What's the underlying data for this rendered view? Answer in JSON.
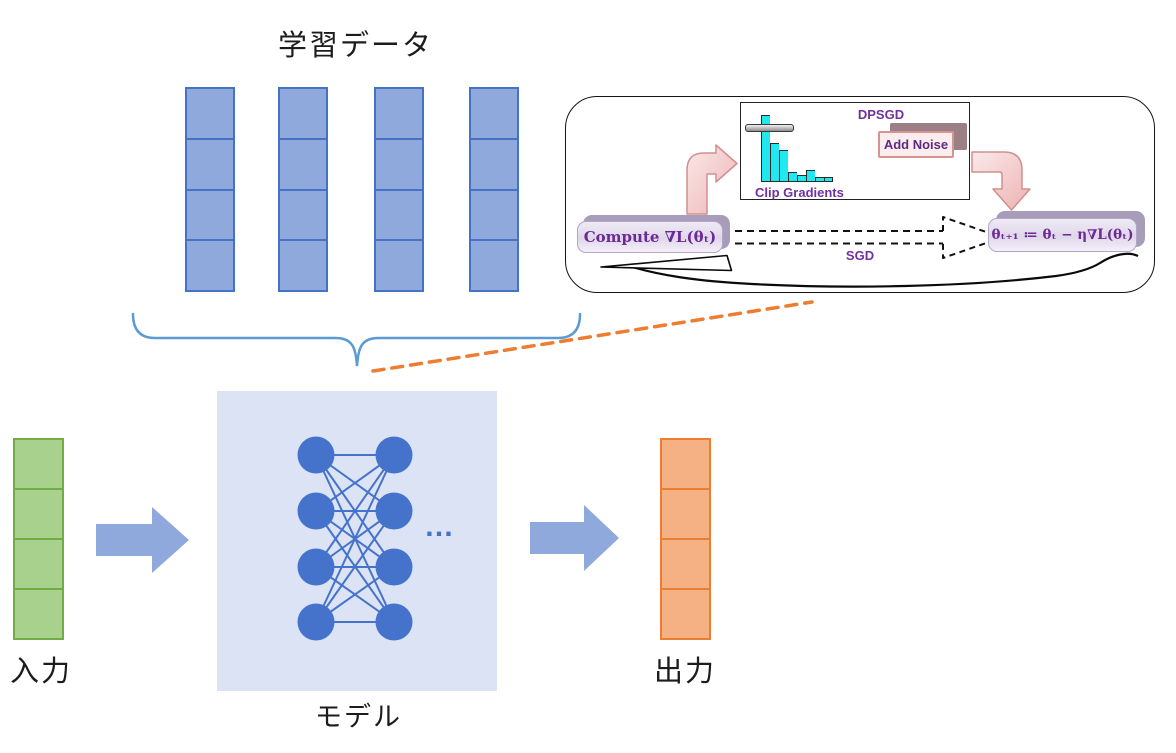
{
  "title": "学習データ",
  "labels": {
    "input": "入力",
    "output": "出力",
    "model": "モデル"
  },
  "model": {
    "ellipsis": "…",
    "left_nodes": 4,
    "right_nodes": 4
  },
  "columns": {
    "training_columns": 4,
    "cells_per_column": 4,
    "input_cells": 4,
    "output_cells": 4
  },
  "inset": {
    "dpsgd": "DPSGD",
    "clip_gradients": "Clip Gradients",
    "add_noise": "Add Noise",
    "compute": "Compute ∇L(θₜ)",
    "update": "θₜ₊₁ ≔ θₜ − η∇L(θₜ)",
    "sgd": "SGD",
    "histogram_values": [
      100,
      58,
      48,
      15,
      11,
      18,
      7,
      7
    ]
  },
  "colors": {
    "training_fill": "#8FA9DC",
    "training_border": "#4472C4",
    "input_fill": "#A9D18E",
    "input_border": "#70AD47",
    "output_fill": "#F5B183",
    "output_border": "#ED7D31",
    "model_bg": "#DBE3F4",
    "node_blue": "#4573CB",
    "big_arrow": "#8FA9DC",
    "brace": "#5B9BD5",
    "dashed_connector": "#ED7D31",
    "purple_text": "#7030A0",
    "histogram_bar": "#1FE8F0"
  }
}
